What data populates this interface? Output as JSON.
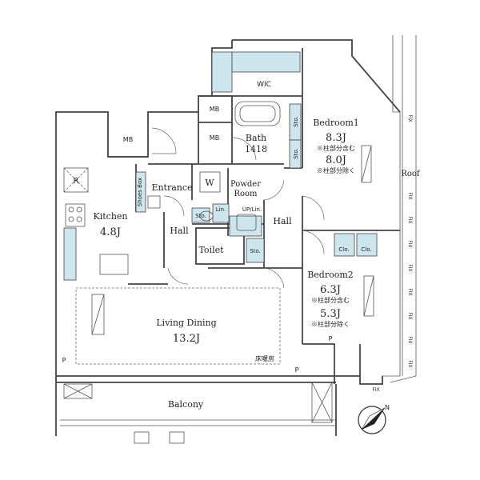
{
  "labels": {
    "wic": "WIC",
    "mb": "MB",
    "bath": "Bath",
    "bath_size": "1418",
    "bedroom1": "Bedroom1",
    "bedroom1_area_incl": "8.3J",
    "bedroom1_note_incl": "※柱部分含む",
    "bedroom1_area_excl": "8.0J",
    "bedroom1_note_excl": "※柱部分除く",
    "roof": "Roof",
    "sto": "Sto.",
    "shoes_box": "Shoes Box",
    "entrance": "Entrance",
    "washer": "W",
    "powder_room_1": "Powder",
    "powder_room_2": "Room",
    "refrigerator": "R",
    "kitchen": "Kitchen",
    "kitchen_area": "4.8J",
    "hall": "Hall",
    "lin": "Lin.",
    "up_lin": "UP/Lin.",
    "toilet": "Toilet",
    "clo": "Clo.",
    "bedroom2": "Bedroom2",
    "bedroom2_area_incl": "6.3J",
    "bedroom2_note_incl": "※柱部分含む",
    "bedroom2_area_excl": "5.3J",
    "bedroom2_note_excl": "※柱部分除く",
    "living_dining": "Living Dining",
    "living_area": "13.2J",
    "floor_heating": "床暖房",
    "pipe_space": "P",
    "fix": "FIX",
    "balcony": "Balcony",
    "north": "N"
  },
  "colors": {
    "wall": "#444444",
    "storage_fill": "#cde6ee"
  }
}
